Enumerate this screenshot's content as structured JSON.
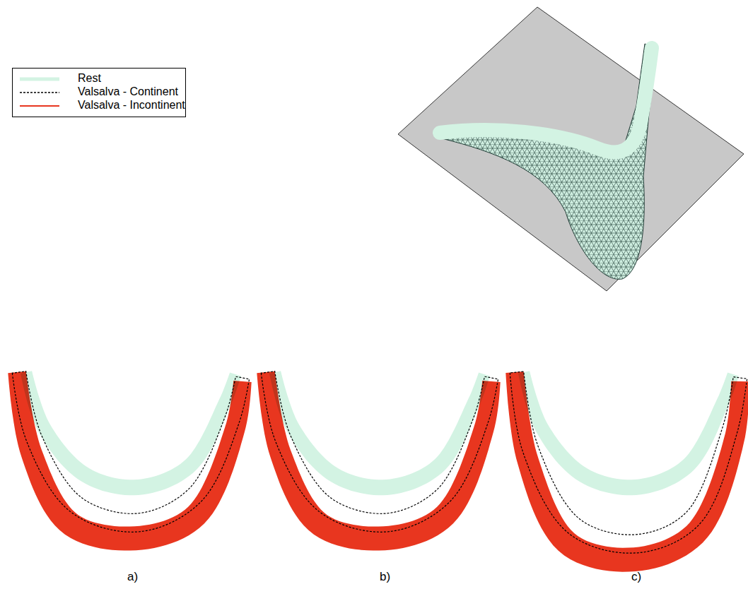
{
  "diagram": {
    "labels": [
      "a)",
      "b)",
      "c)"
    ],
    "legend": [
      {
        "text": "Rest",
        "color": "#d3f3e3"
      },
      {
        "text": "Valsalva - Continent"
      },
      {
        "text": "Valsalva - Incontinent",
        "color": "#e8361f"
      }
    ]
  }
}
